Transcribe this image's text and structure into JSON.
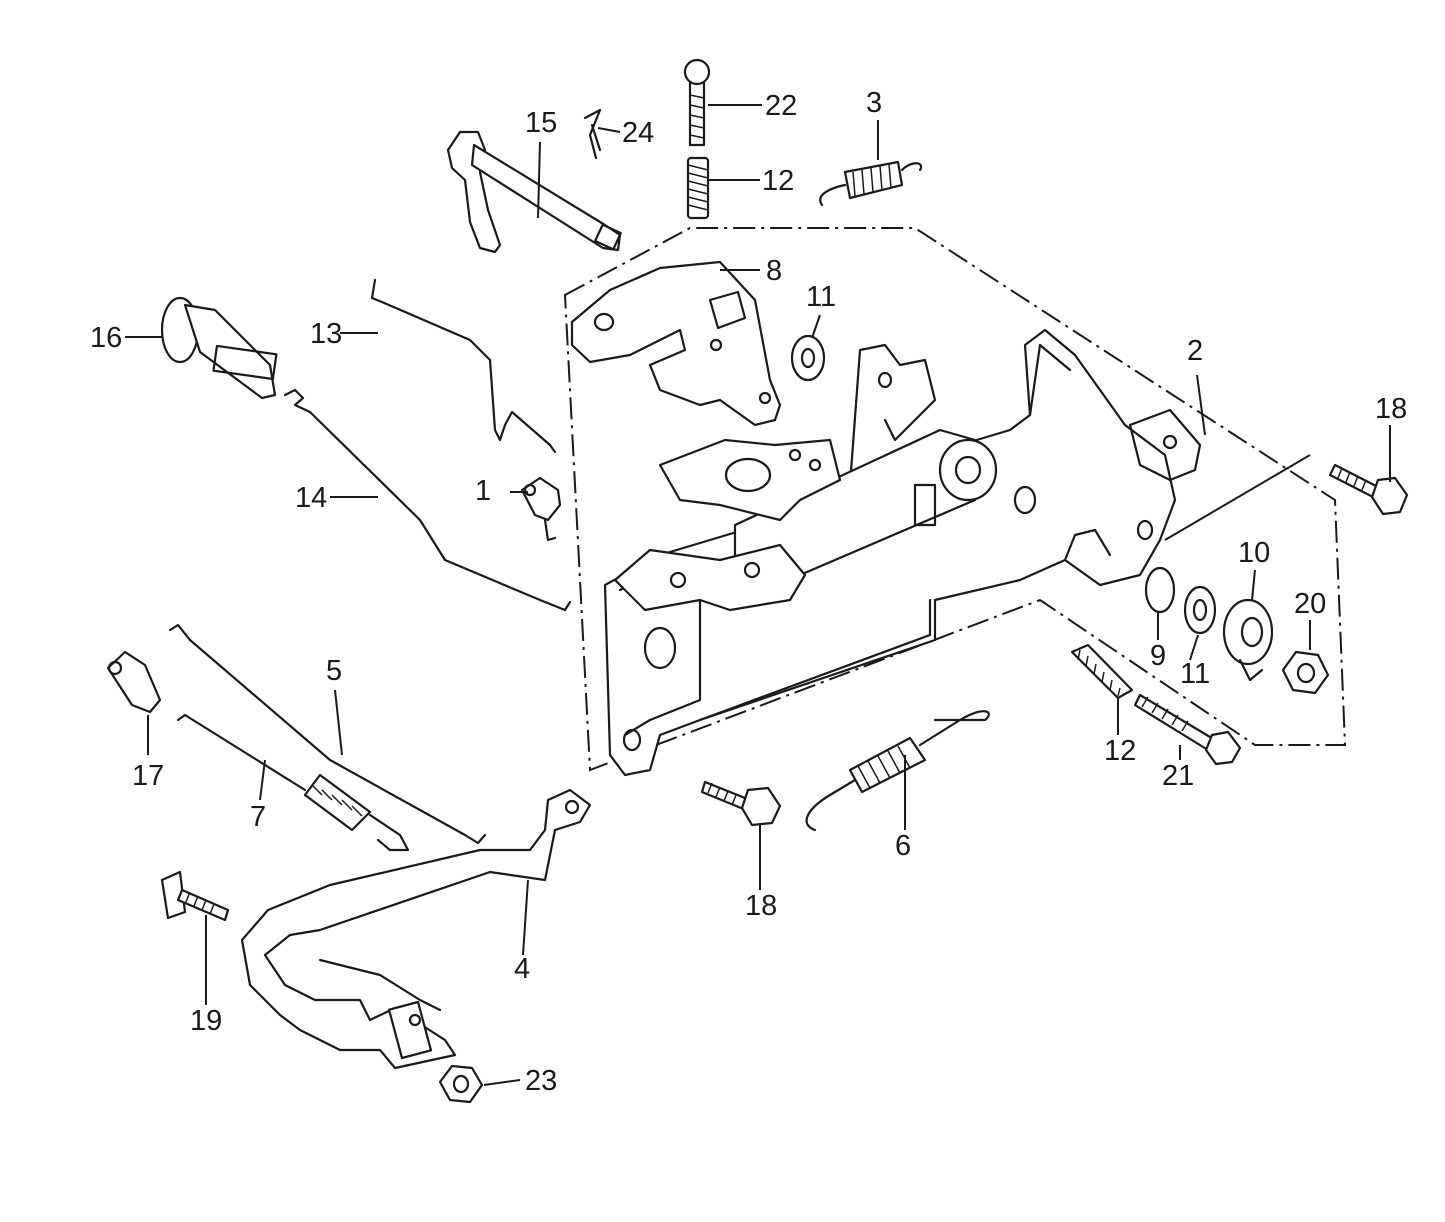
{
  "diagram": {
    "callouts": [
      {
        "id": "c1",
        "number": "1"
      },
      {
        "id": "c2",
        "number": "2"
      },
      {
        "id": "c3",
        "number": "3"
      },
      {
        "id": "c4",
        "number": "4"
      },
      {
        "id": "c5",
        "number": "5"
      },
      {
        "id": "c6",
        "number": "6"
      },
      {
        "id": "c7",
        "number": "7"
      },
      {
        "id": "c8",
        "number": "8"
      },
      {
        "id": "c9",
        "number": "9"
      },
      {
        "id": "c10",
        "number": "10"
      },
      {
        "id": "c11a",
        "number": "11"
      },
      {
        "id": "c11b",
        "number": "11"
      },
      {
        "id": "c12a",
        "number": "12"
      },
      {
        "id": "c12b",
        "number": "12"
      },
      {
        "id": "c13",
        "number": "13"
      },
      {
        "id": "c14",
        "number": "14"
      },
      {
        "id": "c15",
        "number": "15"
      },
      {
        "id": "c16",
        "number": "16"
      },
      {
        "id": "c17",
        "number": "17"
      },
      {
        "id": "c18a",
        "number": "18"
      },
      {
        "id": "c18b",
        "number": "18"
      },
      {
        "id": "c19",
        "number": "19"
      },
      {
        "id": "c20",
        "number": "20"
      },
      {
        "id": "c21",
        "number": "21"
      },
      {
        "id": "c22",
        "number": "22"
      },
      {
        "id": "c23",
        "number": "23"
      },
      {
        "id": "c24",
        "number": "24"
      }
    ]
  }
}
